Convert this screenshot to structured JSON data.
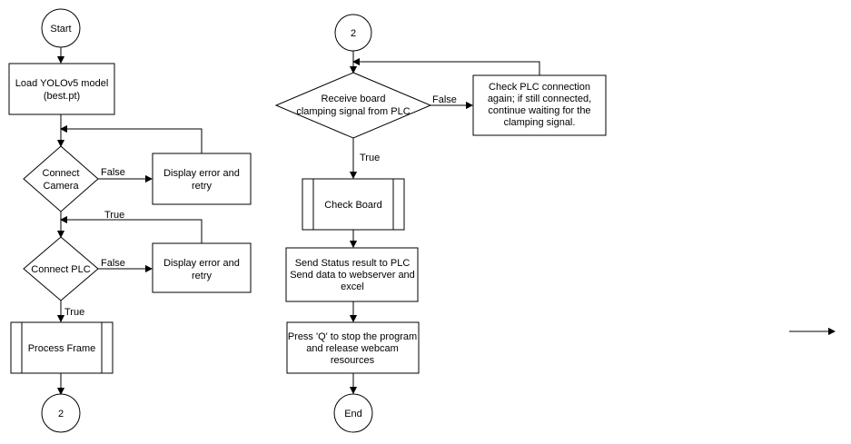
{
  "flow_left": {
    "start": "Start",
    "load_model": [
      "Load YOLOv5 model",
      "(best.pt)"
    ],
    "connect_camera": [
      "Connect",
      "Camera"
    ],
    "camera_false": "False",
    "camera_error": [
      "Display error and",
      "retry"
    ],
    "camera_true": "True",
    "connect_plc": "Connect PLC",
    "plc_false": "False",
    "plc_error": [
      "Display error and",
      "retry"
    ],
    "plc_true": "True",
    "process_frame": "Process Frame",
    "connector_out": "2"
  },
  "flow_right": {
    "connector_in": "2",
    "receive_signal": [
      "Receive board",
      "clamping signal from PLC"
    ],
    "signal_false": "False",
    "check_plc": [
      "Check PLC connection",
      "again; if still connected,",
      "continue waiting for the",
      "clamping signal."
    ],
    "signal_true": "True",
    "check_board": "Check Board",
    "send_status": [
      "Send Status result to PLC",
      "Send data to webserver and",
      "excel"
    ],
    "press_q": [
      "Press 'Q' to stop the program",
      "and release webcam",
      "resources"
    ],
    "end": "End"
  }
}
